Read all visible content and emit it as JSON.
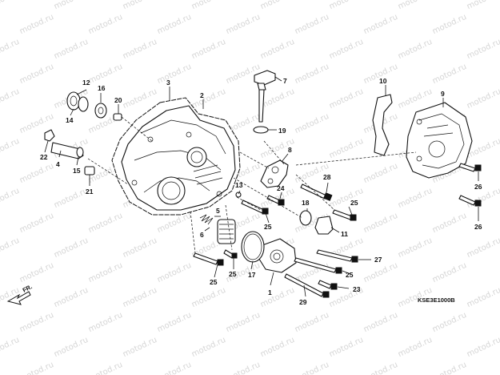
{
  "watermark_text": "motod.ru",
  "diagram_code": "KSE3E1000B",
  "direction_label": "FR.",
  "callouts": {
    "c1": "1",
    "c2": "2",
    "c3": "3",
    "c4": "4",
    "c5": "5",
    "c6": "6",
    "c7": "7",
    "c8": "8",
    "c9": "9",
    "c10": "10",
    "c11": "11",
    "c12": "12",
    "c13": "13",
    "c14": "14",
    "c15": "15",
    "c16": "16",
    "c17": "17",
    "c18": "18",
    "c19": "19",
    "c20": "20",
    "c21": "21",
    "c22": "22",
    "c23": "23",
    "c24": "24",
    "c25a": "25",
    "c25b": "25",
    "c25c": "25",
    "c25d": "25",
    "c25e": "25",
    "c26a": "26",
    "c26b": "26",
    "c27": "27",
    "c28": "28",
    "c29": "29"
  },
  "colors": {
    "ink": "#111111",
    "watermark": "#d6d6d6",
    "background": "#ffffff"
  }
}
